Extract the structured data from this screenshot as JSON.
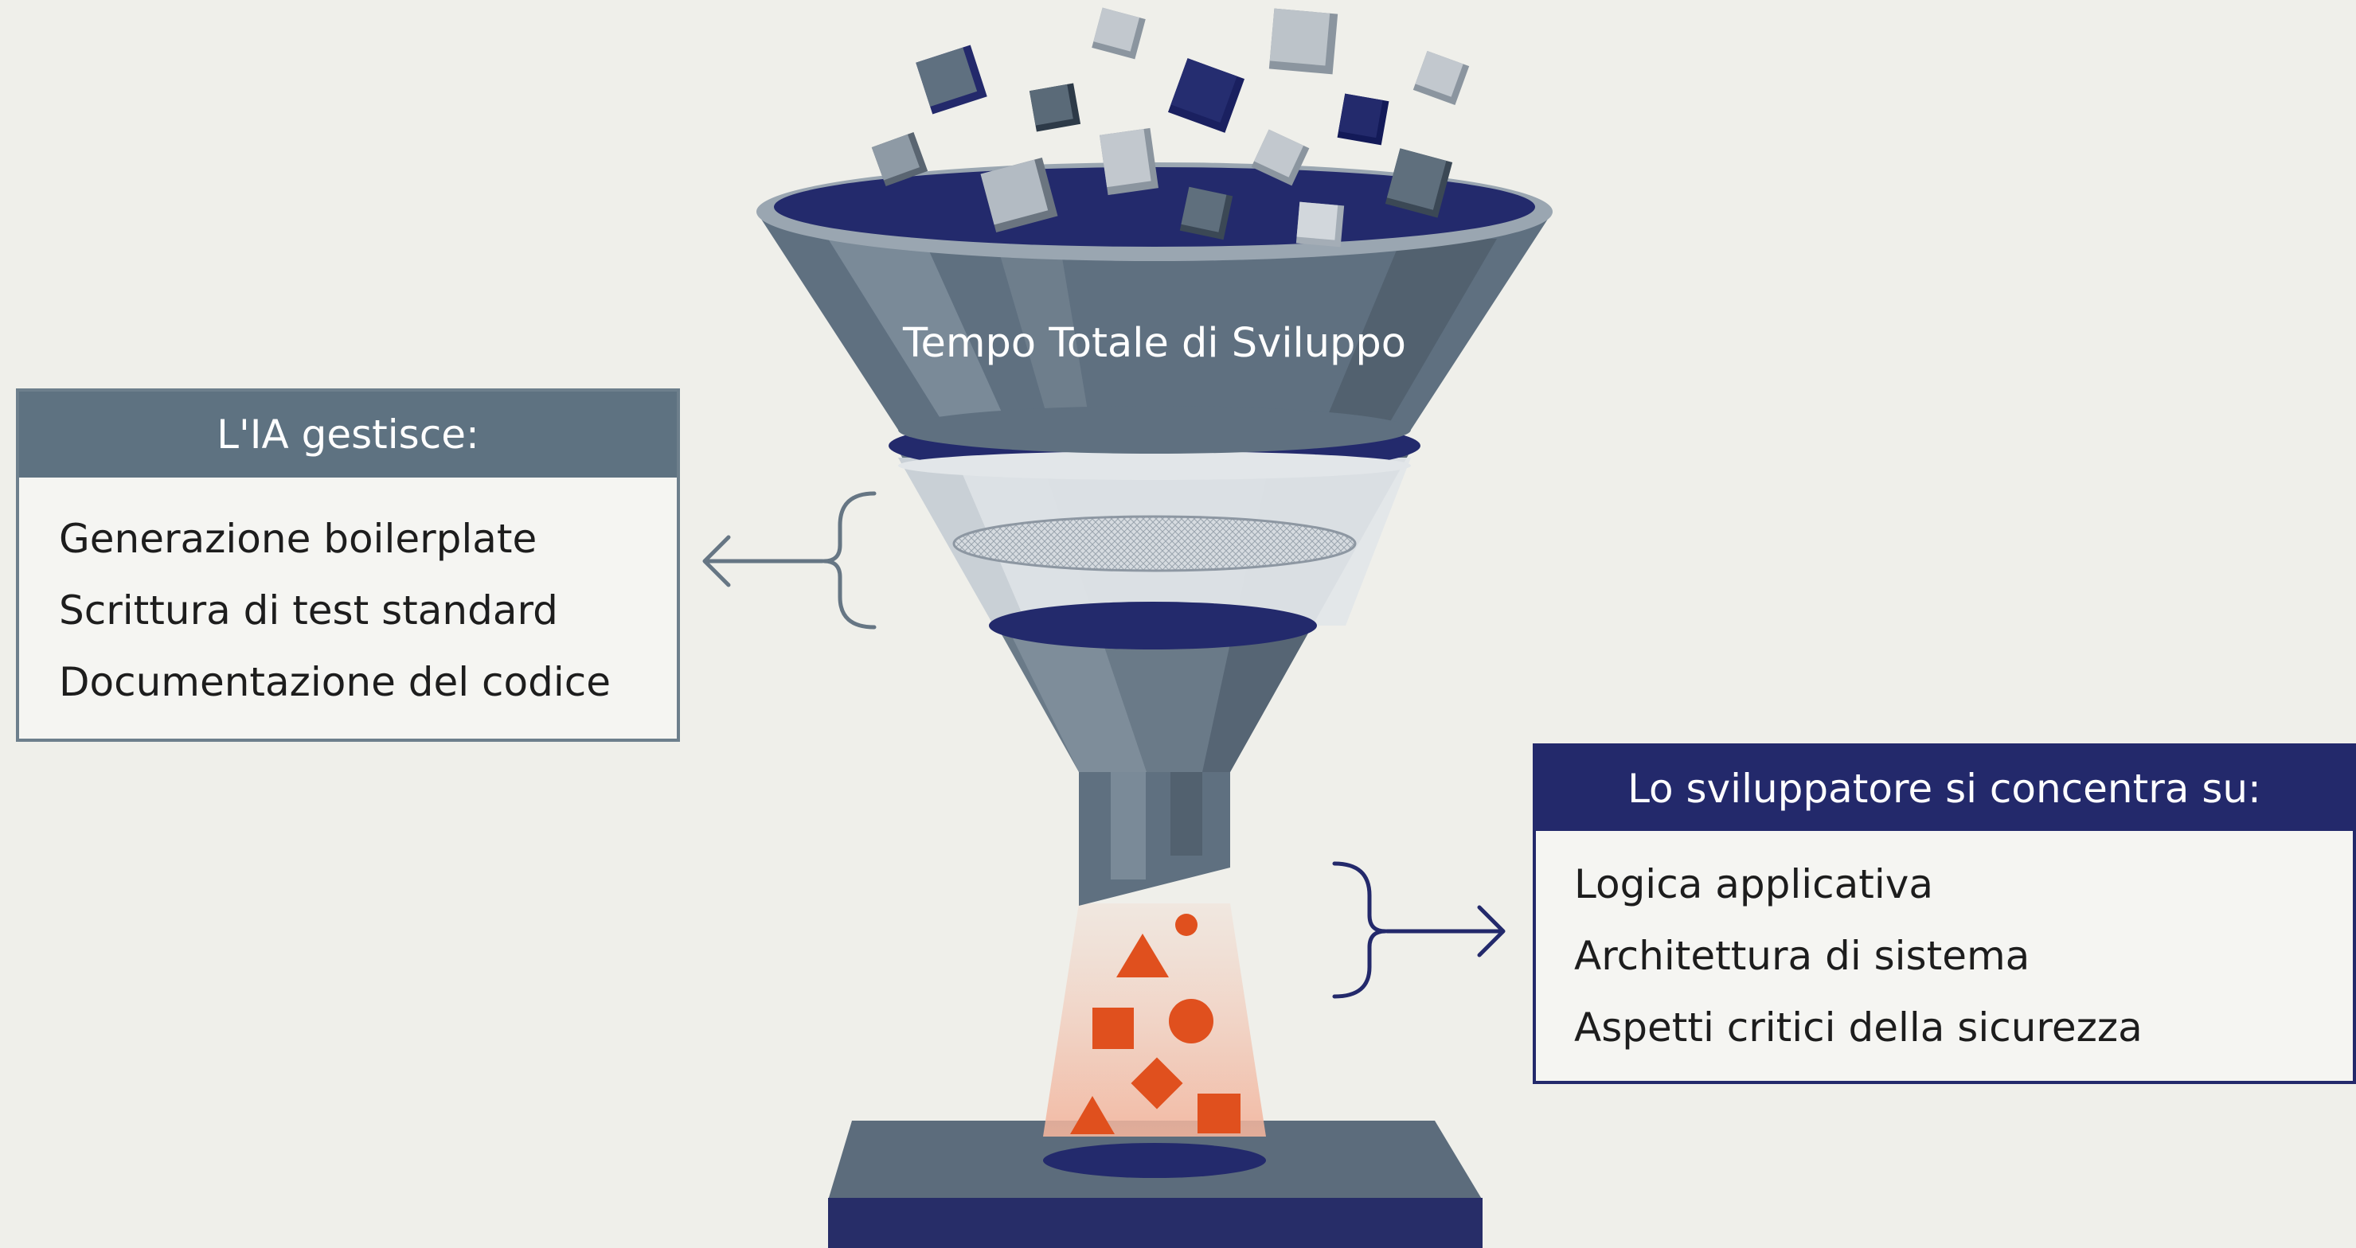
{
  "funnel": {
    "label": "Tempo Totale di Sviluppo"
  },
  "ai_panel": {
    "title": "L'IA gestisce:",
    "items": [
      "Generazione boilerplate",
      "Scrittura di test standard",
      "Documentazione del codice"
    ]
  },
  "developer_panel": {
    "title": "Lo sviluppatore si concentra su:",
    "items": [
      "Logica applicativa",
      "Architettura di sistema",
      "Aspetti critici della sicurezza"
    ]
  },
  "colors": {
    "background": "#efefea",
    "funnel_gray": "#5f7080",
    "navy": "#23296b",
    "output_orange": "#e0501e",
    "ai_header": "#5e7281"
  }
}
